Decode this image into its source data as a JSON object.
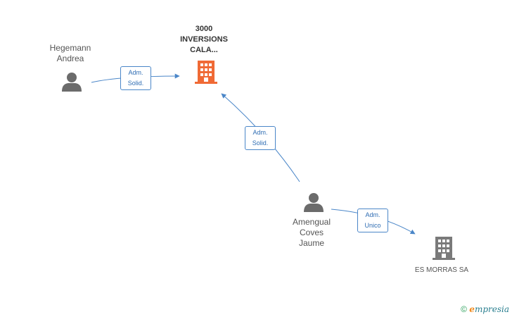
{
  "nodes": {
    "hegemann": {
      "line1": "Hegemann",
      "line2": "Andrea",
      "icon": "person-icon"
    },
    "company_3000": {
      "line1": "3000",
      "line2": "INVERSIONS",
      "line3": "CALA...",
      "icon": "building-icon",
      "color": "#f06a35"
    },
    "amengual": {
      "line1": "Amengual",
      "line2": "Coves",
      "line3": "Jaume",
      "icon": "person-icon"
    },
    "es_morras": {
      "line1": "ES MORRAS SA",
      "icon": "building-icon",
      "color": "#7a7a7a"
    }
  },
  "edges": [
    {
      "from": "hegemann",
      "to": "company_3000",
      "line1": "Adm.",
      "line2": "Solid."
    },
    {
      "from": "amengual",
      "to": "company_3000",
      "line1": "Adm.",
      "line2": "Solid."
    },
    {
      "from": "amengual",
      "to": "es_morras",
      "line1": "Adm.",
      "line2": "Unico"
    }
  ],
  "colors": {
    "edge": "#4a86c8",
    "person": "#6b6b6b"
  },
  "footer": {
    "copyright": "©",
    "brand_e": "e",
    "brand_rest": "mpresia"
  }
}
